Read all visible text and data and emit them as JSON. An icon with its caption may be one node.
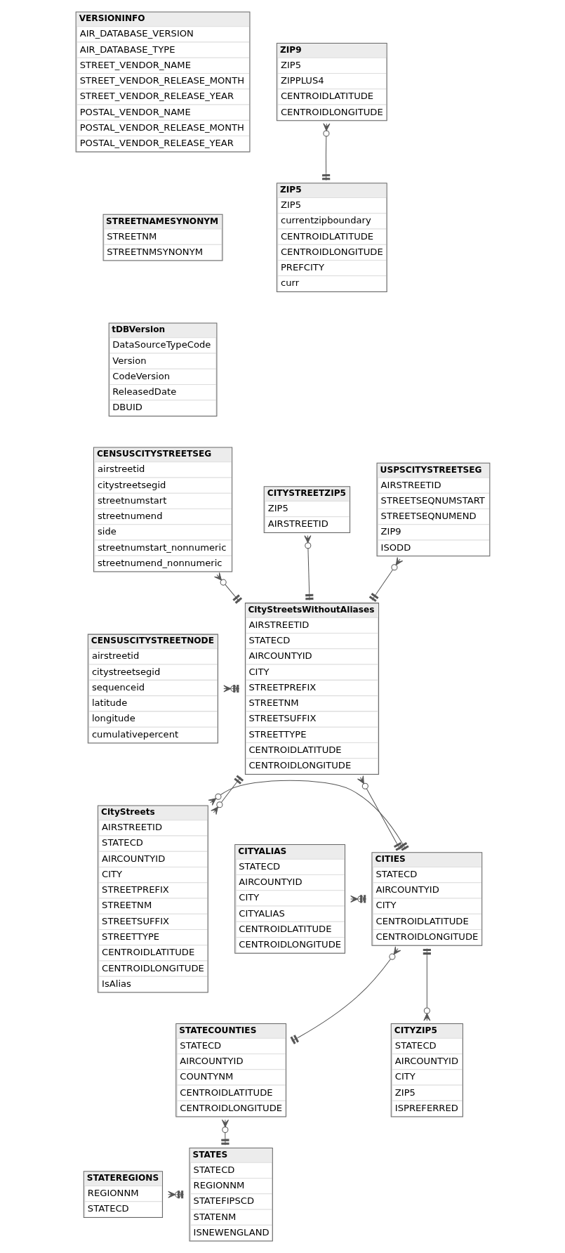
{
  "diagram": {
    "nodes": [
      {
        "text": [
          "VERSIONINFO",
          "AIR_DATABASE_VERSION",
          "AIR_DATABASE_TYPE",
          "STREET_VENDOR_NAME",
          "STREET_VENDOR_RELEASE_MONTH",
          "STREET_VENDOR_RELEASE_YEAR",
          "POSTAL_VENDOR_NAME",
          "POSTAL_VENDOR_RELEASE_MONTH",
          "POSTAL_VENDOR_RELEASE_YEAR"
        ]
      },
      {
        "text": [
          "ZIP9",
          "ZIP5",
          "ZIPPLUS4",
          "CENTROIDLATITUDE",
          "CENTROIDLONGITUDE"
        ]
      },
      {
        "text": [
          "STREETNAMESYNONYM",
          "STREETNM",
          "STREETNMSYNONYM"
        ]
      },
      {
        "text": [
          "ZIP5",
          "ZIP5",
          "currentzipboundary",
          "CENTROIDLATITUDE",
          "CENTROIDLONGITUDE",
          "PREFCITY",
          "curr"
        ]
      },
      {
        "text": [
          "tDBVersion",
          "DataSourceTypeCode",
          "Version",
          "CodeVersion",
          "ReleasedDate",
          "DBUID"
        ]
      },
      {
        "text": [
          "CENSUSCITYSTREETSEG",
          "airstreetid",
          "citystreetsegid",
          "streetnumstart",
          "streetnumend",
          "side",
          "streetnumstart_nonnumeric",
          "streetnumend_nonnumeric"
        ]
      },
      {
        "text": [
          "CENSUSCITYSTREETNODE",
          "airstreetid",
          "citystreetsegid",
          "sequenceid",
          "latitude",
          "longitude",
          "cumulativepercent"
        ]
      },
      {
        "text": [
          "CityStreetsWithoutAliases",
          "AIRSTREETID",
          "STATECD",
          "AIRCOUNTYID",
          "CITY",
          "STREETPREFIX",
          "STREETNM",
          "STREETSUFFIX",
          "STREETTYPE",
          "CENTROIDLATITUDE",
          "CENTROIDLONGITUDE"
        ]
      },
      {
        "text": [
          "CITYSTREETZIP5",
          "ZIP5",
          "AIRSTREETID"
        ]
      },
      {
        "text": [
          "USPSCITYSTREETSEG",
          "AIRSTREETID",
          "STREETSEQNUMSTART",
          "STREETSEQNUMEND",
          "ZIP9",
          "ISODD"
        ]
      },
      {
        "text": [
          "CityStreets",
          "AIRSTREETID",
          "STATECD",
          "AIRCOUNTYID",
          "CITY",
          "STREETPREFIX",
          "STREETNM",
          "STREETSUFFIX",
          "STREETTYPE",
          "CENTROIDLATITUDE",
          "CENTROIDLONGITUDE",
          "IsAlias"
        ]
      },
      {
        "text": [
          "CITIES",
          "STATECD",
          "AIRCOUNTYID",
          "CITY",
          "CENTROIDLATITUDE",
          "CENTROIDLONGITUDE"
        ]
      },
      {
        "text": [
          "CITYALIAS",
          "STATECD",
          "AIRCOUNTYID",
          "CITY",
          "CITYALIAS",
          "CENTROIDLATITUDE",
          "CENTROIDLONGITUDE"
        ]
      },
      {
        "text": [
          "STATECOUNTIES",
          "STATECD",
          "AIRCOUNTYID",
          "COUNTYNM",
          "CENTROIDLATITUDE",
          "CENTROIDLONGITUDE"
        ]
      },
      {
        "text": [
          "CITYZIP5",
          "STATECD",
          "AIRCOUNTYID",
          "CITY",
          "ZIP5",
          "ISPREFERRED"
        ]
      },
      {
        "text": [
          "STATES",
          "STATECD",
          "REGIONNM",
          "STATEFIPSCD",
          "STATENM",
          "ISNEWENGLAND"
        ]
      },
      {
        "text": [
          "STATEREGIONS",
          "REGIONNM",
          "STATECD"
        ]
      }
    ],
    "edges": [
      {
        "from": 1,
        "to": 3,
        "arrow": "other"
      },
      {
        "from": 5,
        "to": 7,
        "arrow": "other"
      },
      {
        "from": 6,
        "to": 7,
        "arrow": "other"
      },
      {
        "from": 8,
        "to": 7,
        "arrow": "other"
      },
      {
        "from": 9,
        "to": 7,
        "arrow": "other"
      },
      {
        "from": 10,
        "to": 7,
        "arrow": "other"
      },
      {
        "from": 7,
        "to": 11,
        "arrow": "other"
      },
      {
        "from": 10,
        "to": 11,
        "arrow": "other"
      },
      {
        "from": 12,
        "to": 11,
        "arrow": "other"
      },
      {
        "from": 11,
        "to": 13,
        "arrow": "other"
      },
      {
        "from": 14,
        "to": 11,
        "arrow": "other"
      },
      {
        "from": 13,
        "to": 15,
        "arrow": "other"
      },
      {
        "from": 16,
        "to": 15,
        "arrow": "other"
      }
    ]
  }
}
